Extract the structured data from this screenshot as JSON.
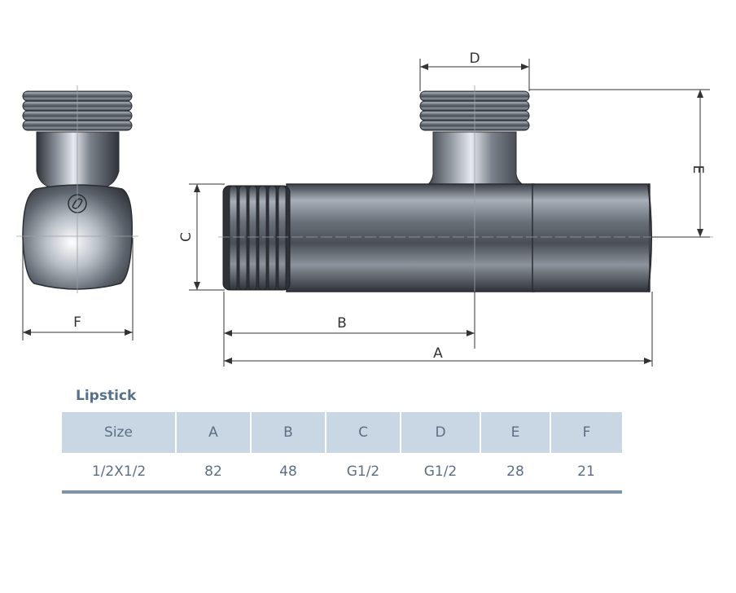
{
  "dimension_labels": {
    "A": "A",
    "B": "B",
    "C": "C",
    "D": "D",
    "E": "E",
    "F": "F"
  },
  "product": {
    "name": "Lipstick"
  },
  "spec_table": {
    "headers": [
      "Size",
      "A",
      "B",
      "C",
      "D",
      "E",
      "F"
    ],
    "rows": [
      [
        "1/2X1/2",
        "82",
        "48",
        "G1/2",
        "G1/2",
        "28",
        "21"
      ]
    ]
  },
  "colors": {
    "title": "#56708c",
    "header_bg": "#c9d6e4",
    "text": "#5a6f86",
    "rule": "#7d93a6"
  }
}
